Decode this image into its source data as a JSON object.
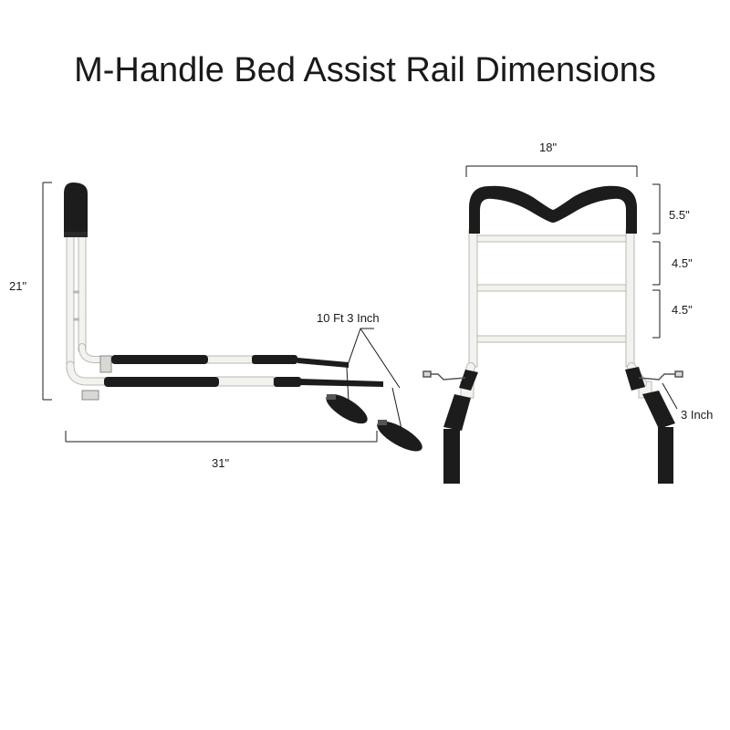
{
  "title": "M-Handle Bed Assist Rail Dimensions",
  "side_view": {
    "height_label": "21\"",
    "length_label": "31\"",
    "strap_label": "10 Ft 3 Inch"
  },
  "front_view": {
    "width_label": "18\"",
    "handle_height_label": "5.5\"",
    "upper_gap_label": "4.5\"",
    "lower_gap_label": "4.5\"",
    "leg_label": "3 Inch"
  },
  "colors": {
    "frame": "#f2f2ee",
    "frame_outline": "#b9b9b4",
    "foam": "#1c1c1c",
    "dimension_line": "#1a1a1a"
  }
}
